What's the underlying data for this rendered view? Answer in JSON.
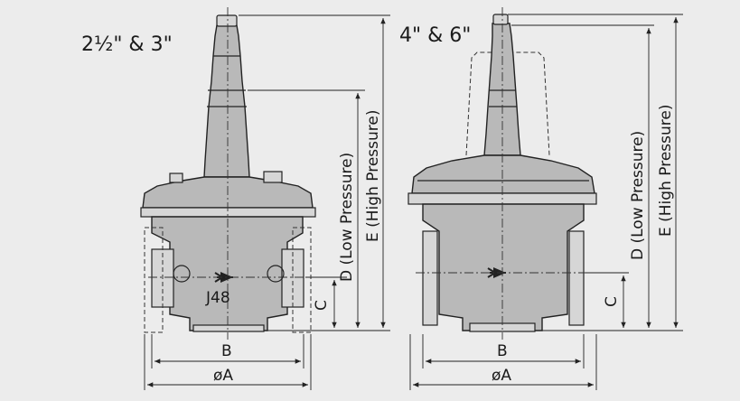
{
  "diagram": {
    "left_title": "2½\" & 3\"",
    "right_title": "4\" & 6\"",
    "left_body_mark": "J48",
    "dimensions": {
      "A": "øA",
      "B": "B",
      "C": "C",
      "D": "D (Low Pressure)",
      "E": "E (High Pressure)"
    }
  },
  "colors": {
    "background": "#ececec",
    "body_fill": "#b9b9b9",
    "line": "#222222"
  }
}
